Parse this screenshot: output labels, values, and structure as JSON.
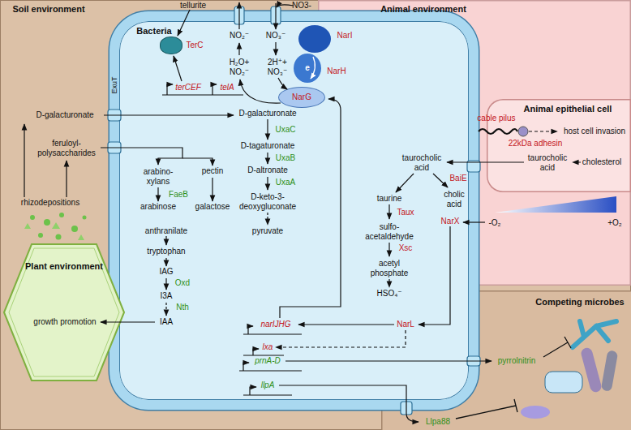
{
  "diagram": {
    "nodes": [
      {
        "text": [
          "Soil environment"
        ]
      },
      {
        "text": [
          "Animal environment"
        ]
      },
      {
        "text": [
          "Bacteria"
        ]
      },
      {
        "text": [
          "Animal epithelial cell"
        ],
        "in": 1
      },
      {
        "text": [
          "Plant environment"
        ],
        "in": 0
      },
      {
        "text": [
          "Competing microbes"
        ]
      },
      {
        "text": [
          "TerC"
        ],
        "in": 2
      },
      {
        "text": [
          "NarI"
        ],
        "in": 2
      },
      {
        "text": [
          "NarH"
        ],
        "in": 2
      },
      {
        "text": [
          "NarG"
        ],
        "in": 2
      }
    ],
    "labels": [
      "tellurite",
      "terCEF",
      "telA",
      "NO3-",
      "NO₂⁻",
      "NO₃⁻",
      "H₂O+ NO₂⁻",
      "2H⁺+ NO₃⁻",
      "e",
      "ExuT",
      "D-galacturonate",
      "feruloyl- polysaccharides",
      "rhizodepositions",
      "D-galacturonate",
      "UxaC",
      "D-tagaturonate",
      "UxaB",
      "D-altronate",
      "UxaA",
      "D-keto-3- deoxygluconate",
      "pyruvate",
      "arabino- xylans",
      "pectin",
      "FaeB",
      "arabinose",
      "galactose",
      "anthranilate",
      "tryptophan",
      "IAG",
      "Oxd",
      "I3A",
      "Nth",
      "IAA",
      "growth promotion",
      "cable pilus",
      "22kDa adhesin",
      "host cell invasion",
      "taurocholic acid",
      "cholesterol",
      "taurocholic acid",
      "BaiE",
      "taurine",
      "cholic acid",
      "Taux",
      "sulfo- acetaldehyde",
      "Xsc",
      "acetyl phosphate",
      "HSO₄⁻",
      "NarX",
      "-O₂",
      "+O₂",
      "NarL",
      "narIJHG",
      "lxa",
      "prnA-D",
      "llpA",
      "pyrrolnitrin",
      "Llpa88"
    ]
  }
}
